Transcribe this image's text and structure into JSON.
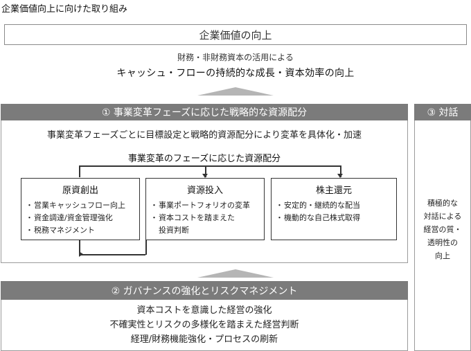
{
  "page_title": "企業価値向上に向けた取り組み",
  "goal": {
    "title": "企業価値の向上",
    "subtitle": "財務・非財務資本の活用による",
    "headline": "キャッシュ・フローの持続的な成長・資本効率の向上"
  },
  "section1": {
    "header": "① 事業変革フェーズに応じた戦略的な資源配分",
    "description": "事業変革フェーズごとに目標設定と戦略的資源配分により変革を具体化・加速",
    "flow_title": "事業変革のフェーズに応じた資源配分",
    "phases": [
      {
        "title": "原資創出",
        "bullets": [
          "営業キャッシュフロー向上",
          "資金調達/資金管理強化",
          "税務マネジメント"
        ]
      },
      {
        "title": "資源投入",
        "bullets": [
          "事業ポートフォリオの変革",
          "資本コストを踏まえた",
          "投資判断"
        ]
      },
      {
        "title": "株主還元",
        "bullets": [
          "安定的・継続的な配当",
          "機動的な自己株式取得"
        ]
      }
    ]
  },
  "section2": {
    "header": "② ガバナンスの強化とリスクマネジメント",
    "lines": [
      "資本コストを意識した経営の強化",
      "不確実性とリスクの多様化を踏まえた経営判断",
      "経理/財務機能強化・プロセスの刷新"
    ]
  },
  "section3": {
    "header": "③ 対話",
    "lines": [
      "積極的な",
      "対話による",
      "経営の質・",
      "透明性の",
      "向上"
    ]
  }
}
